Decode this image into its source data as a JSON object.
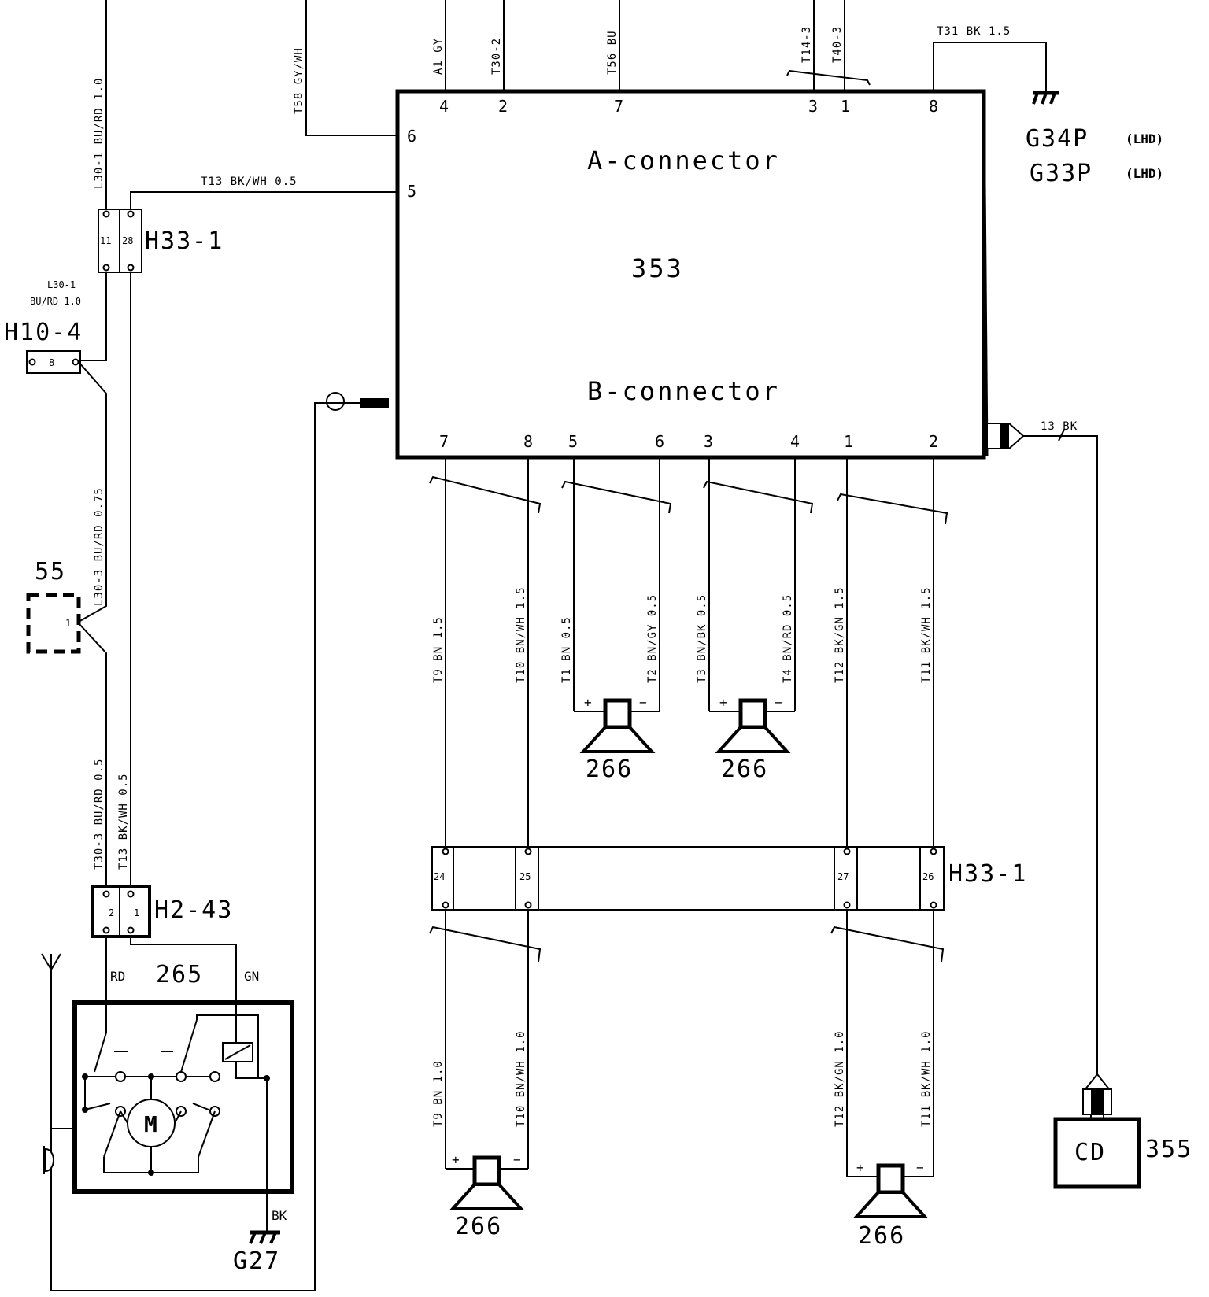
{
  "unit": {
    "id": "353",
    "a_connector_label": "A-connector",
    "b_connector_label": "B-connector",
    "a_pins": [
      "4",
      "2",
      "7",
      "3",
      "1",
      "8"
    ],
    "left_pins": [
      "6",
      "5"
    ],
    "b_pins": [
      "7",
      "8",
      "5",
      "6",
      "3",
      "4",
      "1",
      "2"
    ]
  },
  "grounds": {
    "g34p": "G34P",
    "g33p": "G33P",
    "lhd": "(LHD)",
    "g27": "G27"
  },
  "connectors": {
    "h33_1": "H33-1",
    "h33_1_pins_top": [
      "11",
      "28"
    ],
    "h33_1_pins_bottom": [
      "24",
      "25",
      "27",
      "26"
    ],
    "h10_4": "H10-4",
    "h10_4_pin": "8",
    "h2_43": "H2-43",
    "h2_43_pins": [
      "2",
      "1"
    ],
    "c55": "55",
    "c55_pin": "1"
  },
  "components": {
    "speakers": [
      "266",
      "266",
      "266",
      "266"
    ],
    "motor": "265",
    "cd": "CD",
    "cd_id": "355",
    "motor_wire_rd": "RD",
    "motor_wire_gn": "GN",
    "motor_wire_bk": "BK",
    "plus": "+",
    "minus": "−"
  },
  "wires": {
    "top": {
      "t58": "T58 GY/WH",
      "a1": "A1 GY",
      "t30_2": "T30-2",
      "t56": "T56 BU",
      "t14_3": "T14-3",
      "t40_3": "T40-3",
      "t31": "T31 BK 1.5",
      "t13": "T13 BK/WH 0.5",
      "bk13": "13 BK"
    },
    "left": {
      "l30_1_top": "L30-1 BU/RD 1.0",
      "l30_1_mid_a": "L30-1",
      "l30_1_mid_b": "BU/RD 1.0",
      "l30_3": "L30-3 BU/RD 0.75",
      "t30_3": "T30-3 BU/RD 0.5",
      "t13_low": "T13 BK/WH 0.5"
    },
    "upper": [
      "T9 BN 1.5",
      "T10 BN/WH 1.5",
      "T1 BN 0.5",
      "T2 BN/GY 0.5",
      "T3 BN/BK 0.5",
      "T4 BN/RD 0.5",
      "T12 BK/GN 1.5",
      "T11 BK/WH 1.5"
    ],
    "lower": [
      "T9 BN 1.0",
      "T10 BN/WH 1.0",
      "T12 BK/GN 1.0",
      "T11 BK/WH 1.0"
    ]
  }
}
